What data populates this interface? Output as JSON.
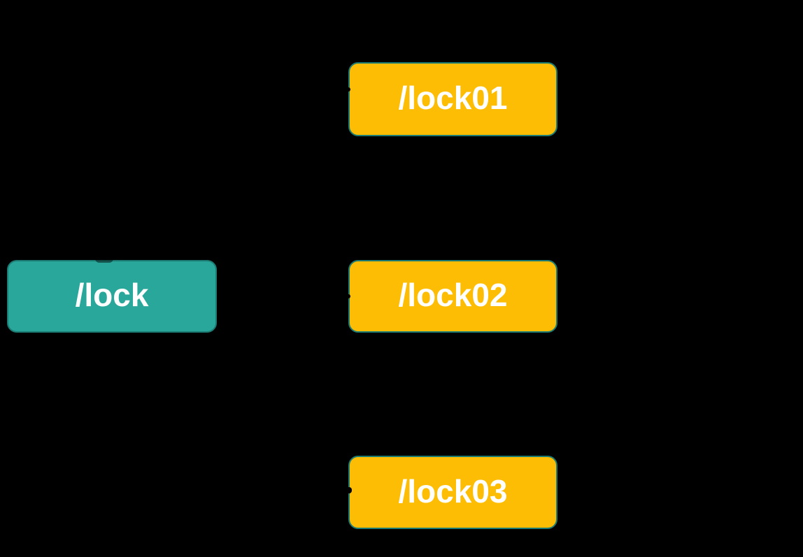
{
  "diagram": {
    "type": "node-graph",
    "background_color": "#000000",
    "node_border_color": "#1c7c74",
    "node_text_color": "#ffffff",
    "teal_fill": "#2aa79b",
    "amber_fill": "#fcbd04",
    "edge_color": "#000000",
    "nodes": [
      {
        "id": "lock",
        "label": "/lock",
        "fill": "#2aa79b"
      },
      {
        "id": "lock01",
        "label": "/lock01",
        "fill": "#fcbd04"
      },
      {
        "id": "lock02",
        "label": "/lock02",
        "fill": "#fcbd04"
      },
      {
        "id": "lock03",
        "label": "/lock03",
        "fill": "#fcbd04"
      }
    ],
    "edges": {
      "color": "#000000",
      "arrowhead_marks": [
        {
          "at": "lock01",
          "side": "left"
        },
        {
          "at": "lock02",
          "side": "left"
        },
        {
          "at": "lock03",
          "side": "left"
        },
        {
          "at": "lock",
          "side": "top"
        }
      ]
    }
  }
}
